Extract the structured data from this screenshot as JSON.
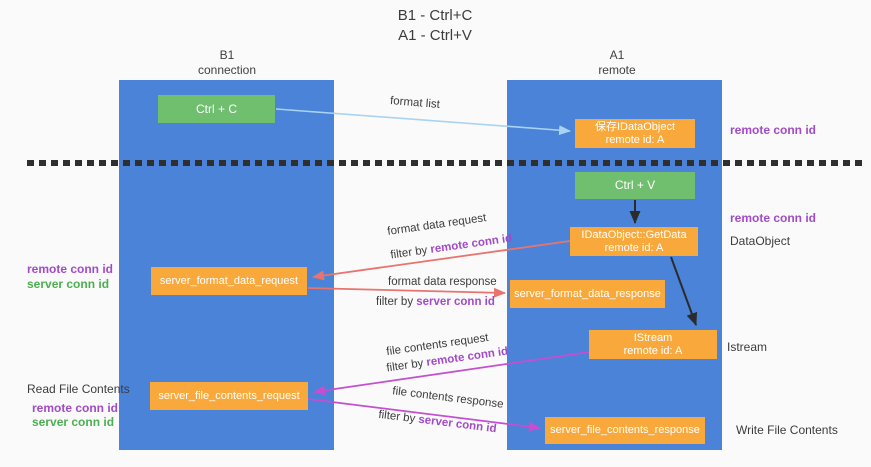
{
  "colors": {
    "bg": "#fafafa",
    "column-blue": "#4a83d8",
    "box-orange": "#f9a93c",
    "box-green": "#70bf6f",
    "purple": "#a24bc8",
    "green-text": "#4caf50",
    "salmon": "#e8746f",
    "magenta": "#c44fd0",
    "light-blue": "#a9d3f2",
    "dark": "#3c3c3c",
    "black": "#2b2b2b"
  },
  "title": {
    "line1": "B1 - Ctrl+C",
    "line2": "A1 - Ctrl+V"
  },
  "columns": {
    "left": {
      "name": "B1",
      "role": "connection"
    },
    "right": {
      "name": "A1",
      "role": "remote"
    }
  },
  "nodes": {
    "ctrl_c": {
      "label": "Ctrl + C"
    },
    "ctrl_v": {
      "label": "Ctrl + V"
    },
    "save_dataobject": {
      "line1": "保存IDataObject",
      "line2": "remote id: A"
    },
    "getdata": {
      "line1": "IDataObject::GetData",
      "line2": "remote id: A"
    },
    "istream": {
      "line1": "IStream",
      "line2": "remote id: A"
    },
    "server_format_data_request": {
      "label": "server_format_data_request"
    },
    "server_format_data_response": {
      "label": "server_format_data_response"
    },
    "server_file_contents_request": {
      "label": "server_file_contents_request"
    },
    "server_file_contents_response": {
      "label": "server_file_contents_response"
    }
  },
  "arrow_labels": {
    "format_list": "format list",
    "format_data_request": "format data request",
    "format_data_response": "format data response",
    "file_contents_request": "file contents request",
    "file_contents_response": "file contents response",
    "filter_by": "filter by ",
    "remote_conn_id": "remote conn id",
    "server_conn_id": "server conn id"
  },
  "side_labels": {
    "left": {
      "remote_conn_id_1": "remote conn id",
      "server_conn_id_1": "server conn id",
      "read_file_contents": "Read File Contents",
      "remote_conn_id_2": "remote conn id",
      "server_conn_id_2": "server conn id"
    },
    "right": {
      "remote_conn_id_1": "remote conn id",
      "remote_conn_id_2": "remote conn id",
      "dataobject": "DataObject",
      "istream": "Istream",
      "write_file_contents": "Write File Contents"
    }
  }
}
